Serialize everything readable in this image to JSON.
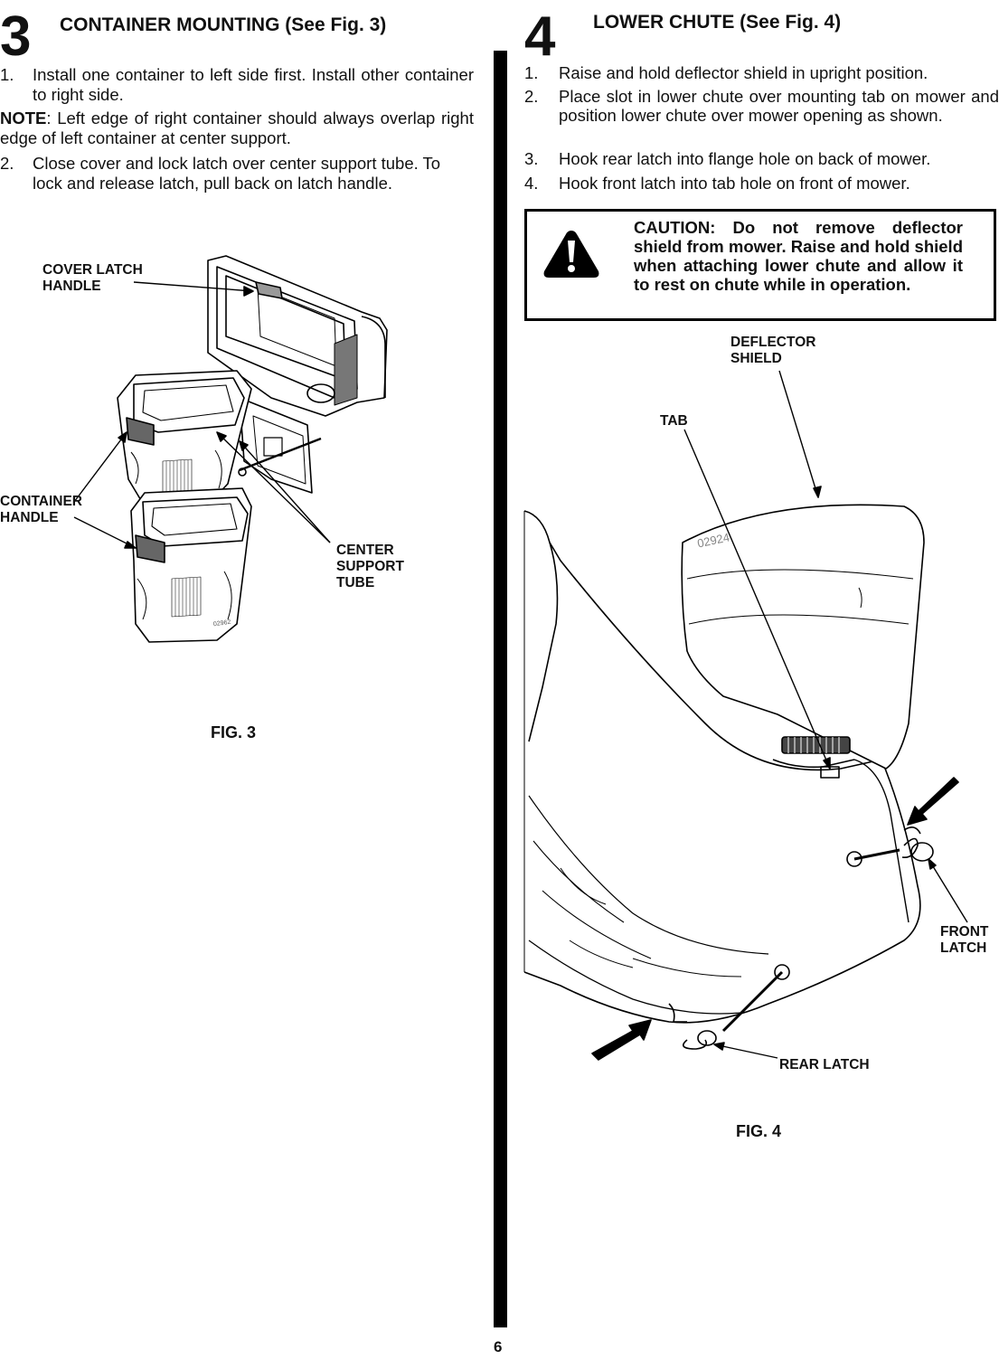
{
  "left": {
    "step_number": "3",
    "heading": "CONTAINER MOUNTING (See Fig. 3)",
    "items": [
      {
        "n": "1.",
        "text": "Install one container to left side first. Install other container to right side."
      },
      {
        "n": "2.",
        "text": "Close cover and lock latch over center support tube. To lock and release latch, pull back on latch handle."
      }
    ],
    "note_label": "NOTE",
    "note_text": ": Left edge of right container should always overlap right edge of left container at center support.",
    "figure": {
      "labels": {
        "cover_latch": "COVER LATCH HANDLE",
        "container_handle": "CONTAINER HANDLE",
        "center_support": "CENTER SUPPORT TUBE"
      },
      "part_number": "02962",
      "caption": "FIG. 3"
    }
  },
  "right": {
    "step_number": "4",
    "heading": "LOWER CHUTE (See Fig. 4)",
    "items": [
      {
        "n": "1.",
        "text": "Raise and hold deflector shield in upright position."
      },
      {
        "n": "2.",
        "text": "Place slot in lower chute over mounting tab on mower and position lower chute over mower opening as shown."
      },
      {
        "n": "3.",
        "text": "Hook rear latch into flange hole on back of mower."
      },
      {
        "n": "4.",
        "text": "Hook front latch into tab hole on front of mower."
      }
    ],
    "caution": "CAUTION: Do not remove deflector shield from mower. Raise and hold shield when attaching lower chute and allow it to rest on chute while in operation.",
    "figure": {
      "labels": {
        "deflector": "DEFLECTOR SHIELD",
        "tab": "TAB",
        "front_latch": "FRONT LATCH",
        "rear_latch": "REAR LATCH"
      },
      "part_number": "02924",
      "caption": "FIG. 4"
    }
  },
  "page_number": "6"
}
